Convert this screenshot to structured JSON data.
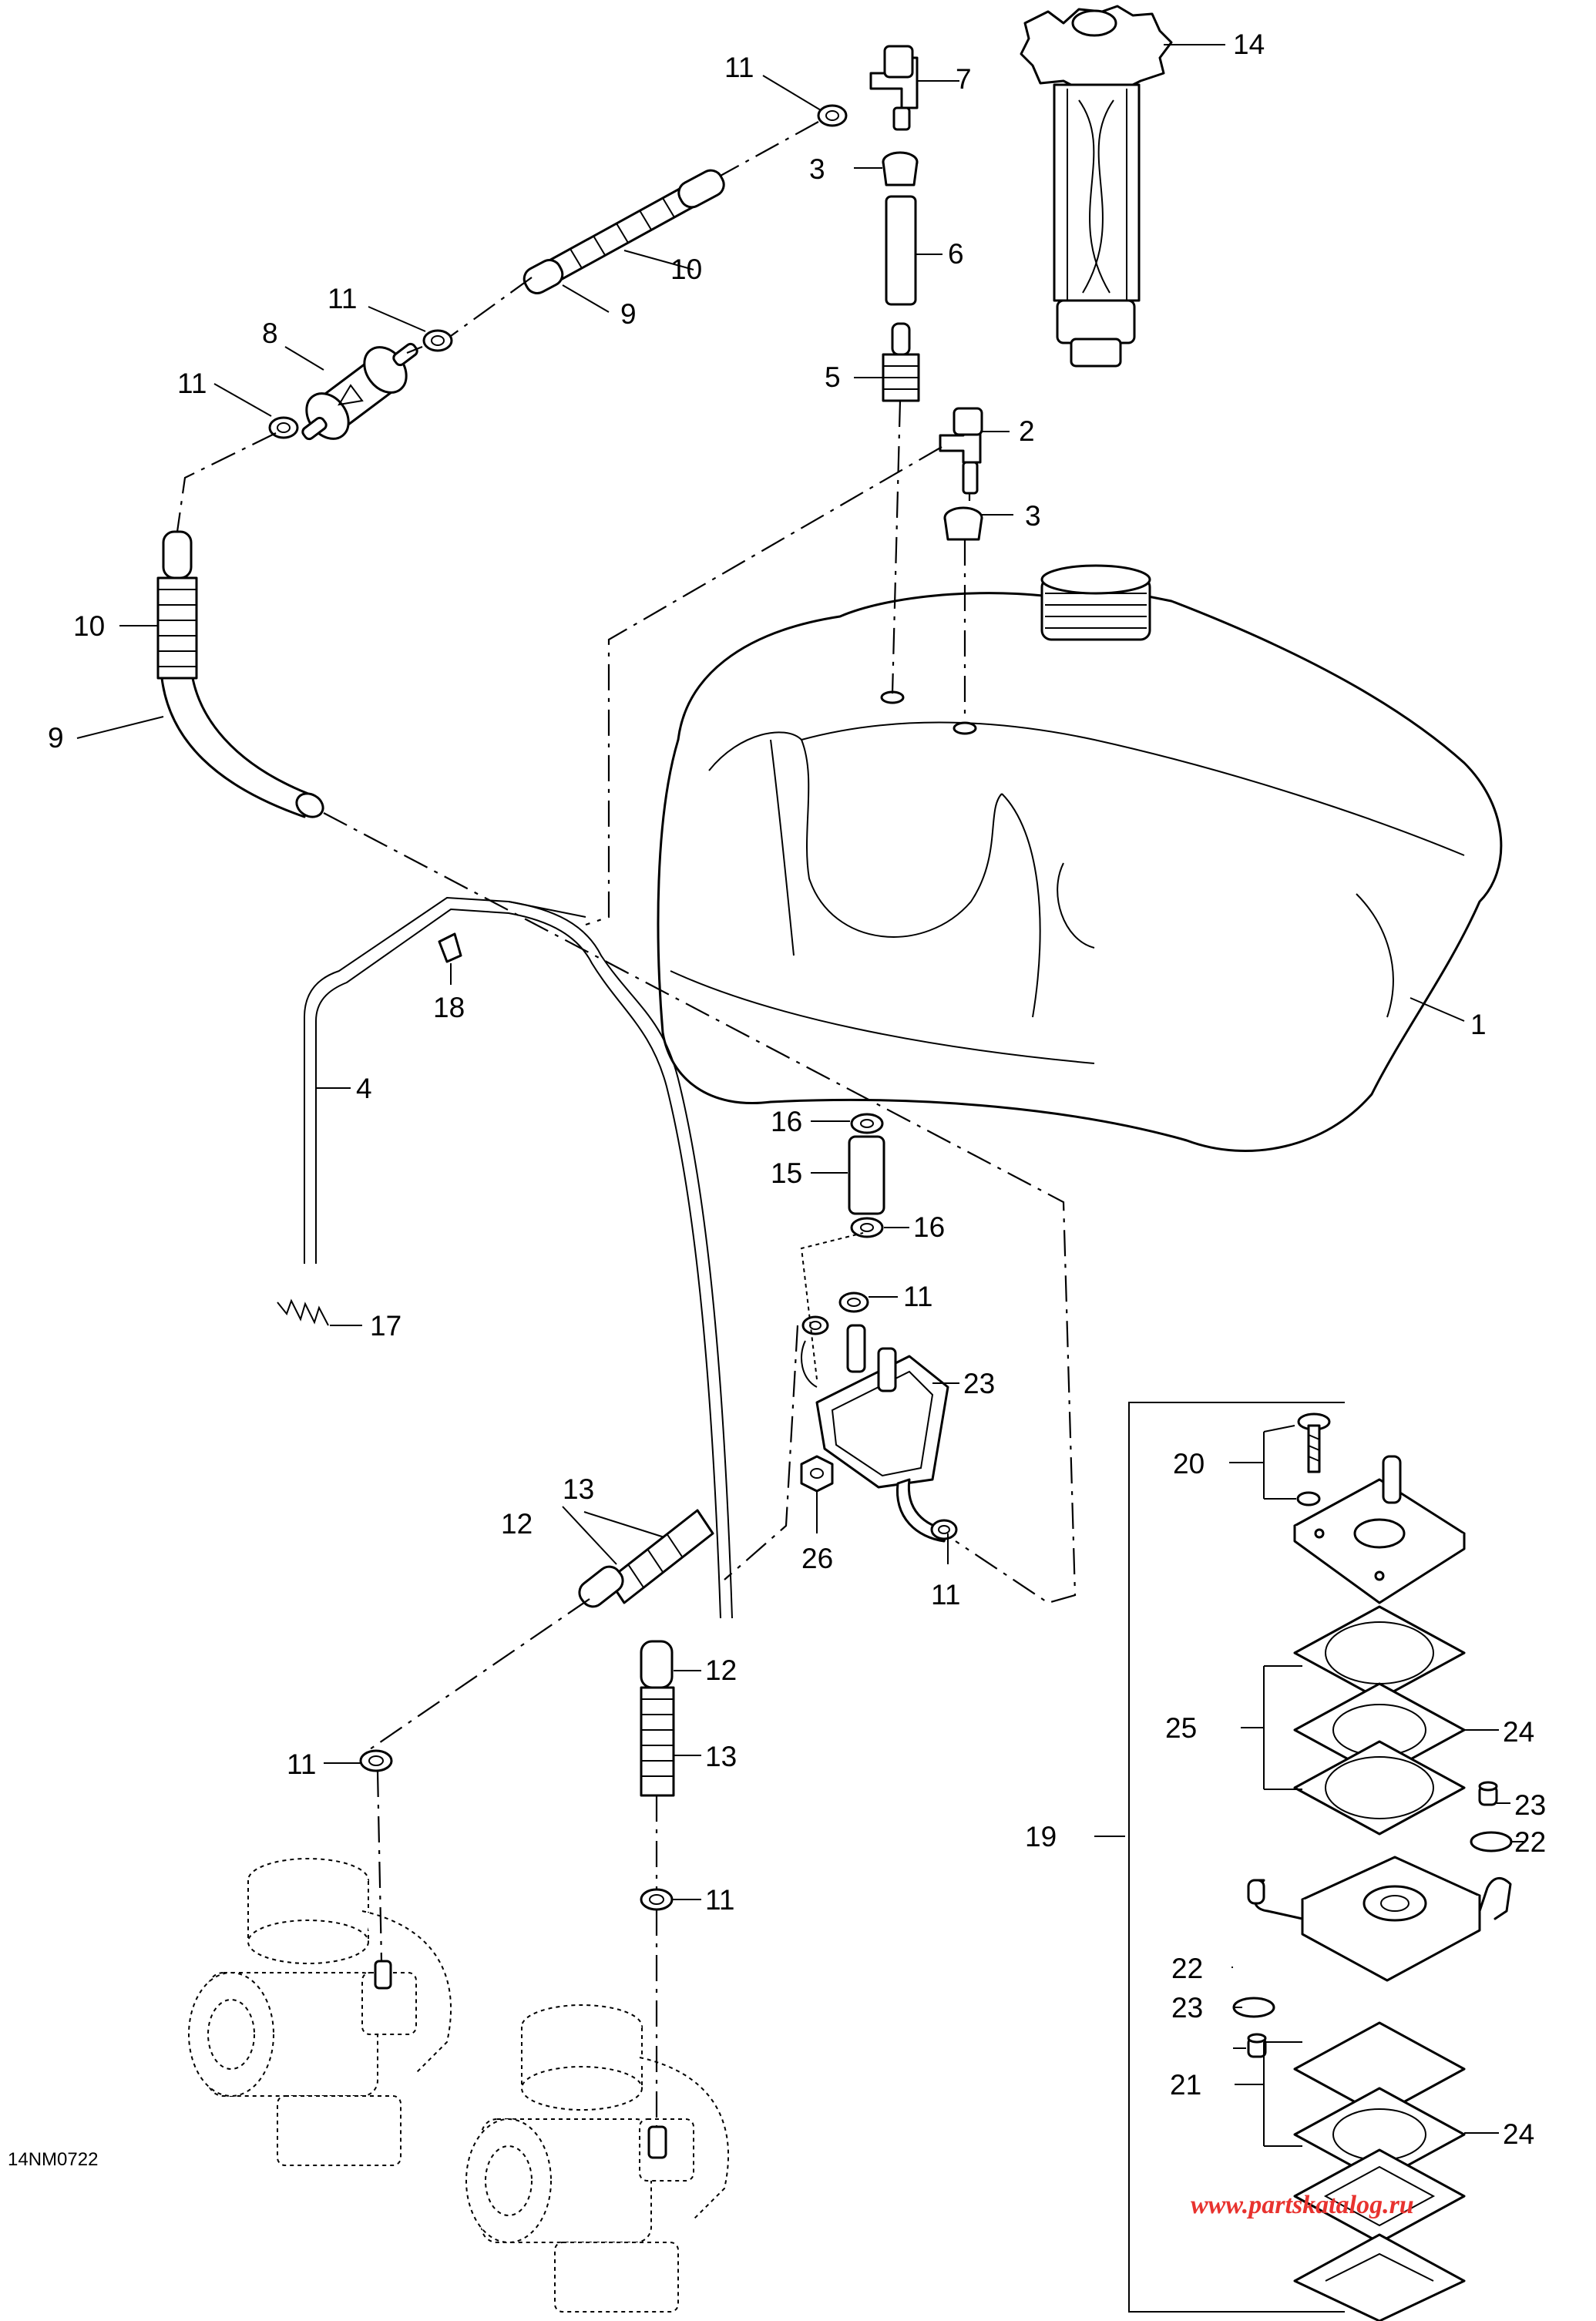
{
  "diagram": {
    "code": "14NM0722",
    "watermark": "www.partskatalog.ru",
    "callouts": {
      "c1": "1",
      "c2": "2",
      "c3a": "3",
      "c3b": "3",
      "c4": "4",
      "c5": "5",
      "c6": "6",
      "c7": "7",
      "c8": "8",
      "c9a": "9",
      "c9b": "9",
      "c10a": "10",
      "c10b": "10",
      "c11a": "11",
      "c11b": "11",
      "c11c": "11",
      "c11d": "11",
      "c11e": "11",
      "c11f": "11",
      "c11g": "11",
      "c12a": "12",
      "c12b": "12",
      "c13a": "13",
      "c13b": "13",
      "c14": "14",
      "c15": "15",
      "c16a": "16",
      "c16b": "16",
      "c17": "17",
      "c18": "18",
      "c19": "19",
      "c20": "20",
      "c21": "21",
      "c22a": "22",
      "c22b": "22",
      "c23a": "23",
      "c23b": "23",
      "c23c": "23",
      "c24a": "24",
      "c24b": "24",
      "c25": "25",
      "c26": "26"
    }
  }
}
